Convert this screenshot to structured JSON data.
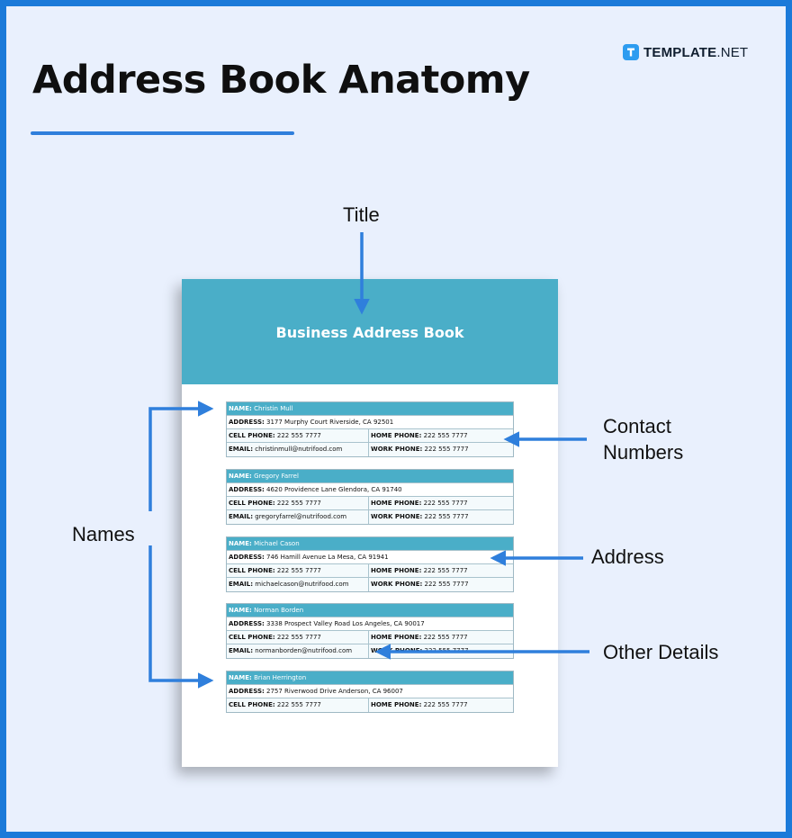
{
  "heading": "Address Book Anatomy",
  "brand": {
    "badge": "T",
    "bold": "TEMPLATE",
    "rest": ".NET"
  },
  "labels": {
    "title": "Title",
    "contact_1": "Contact",
    "contact_2": "Numbers",
    "address": "Address",
    "other_details": "Other Details",
    "names": "Names"
  },
  "document": {
    "title": "Business Address Book",
    "keys": {
      "name": "NAME:",
      "address": "ADDRESS:",
      "cell": "CELL PHONE:",
      "home": "HOME PHONE:",
      "email": "EMAIL:",
      "work": "WORK PHONE:"
    },
    "entries": [
      {
        "name": "Christin Mull",
        "address": "3177 Murphy Court Riverside, CA 92501",
        "cell": "222 555 7777",
        "home": "222 555 7777",
        "email": "christinmull@nutrifood.com",
        "work": "222 555 7777"
      },
      {
        "name": "Gregory Farrel",
        "address": "4620 Providence Lane Glendora, CA 91740",
        "cell": "222 555 7777",
        "home": "222 555 7777",
        "email": "gregoryfarrel@nutrifood.com",
        "work": "222 555 7777"
      },
      {
        "name": "Michael Cason",
        "address": "746 Hamill Avenue La Mesa, CA 91941",
        "cell": "222 555 7777",
        "home": "222 555 7777",
        "email": "michaelcason@nutrifood.com",
        "work": "222 555 7777"
      },
      {
        "name": "Norman Borden",
        "address": "3338 Prospect Valley Road Los Angeles, CA 90017",
        "cell": "222 555 7777",
        "home": "222 555 7777",
        "email": "normanborden@nutrifood.com",
        "work": "222 555 7777"
      },
      {
        "name": "Brian Herrington",
        "address": "2757 Riverwood Drive Anderson, CA 96007",
        "cell": "222 555 7777",
        "home": "222 555 7777"
      }
    ]
  },
  "colors": {
    "background": "#e9f0fd",
    "frame": "#1b7ad9",
    "arrow": "#2f7fdc",
    "header": "#4aaec8"
  }
}
